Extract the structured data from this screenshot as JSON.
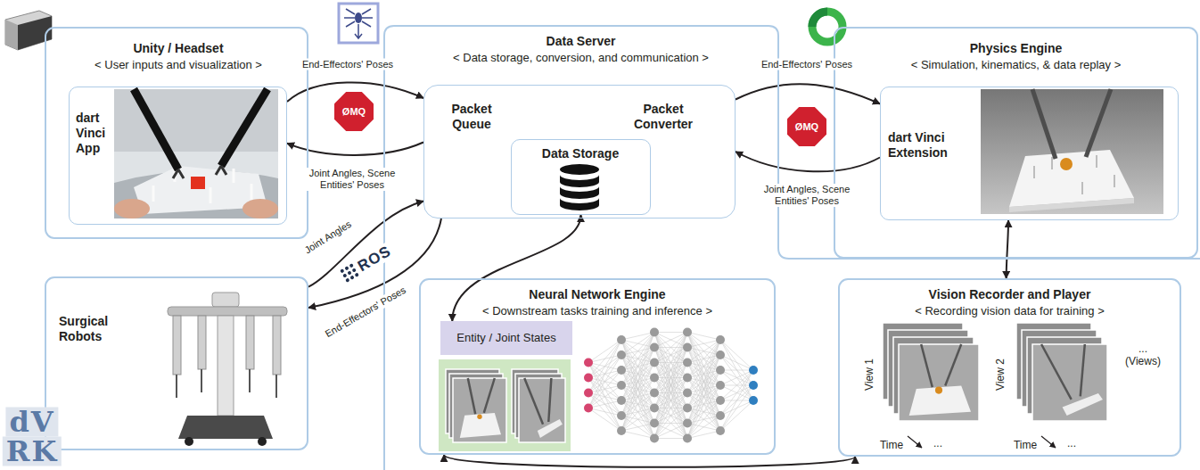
{
  "diagram": {
    "nodes": [
      {
        "text": [
          "Unity / Headset",
          "< User inputs and visualization >"
        ]
      },
      {
        "text": [
          "dart Vinci App"
        ],
        "in": 0
      },
      {
        "text": [
          "Data Server",
          "< Data storage, conversion, and communication >"
        ]
      },
      {
        "text": [
          "Packet Queue",
          "Packet Converter"
        ],
        "in": 2
      },
      {
        "text": [
          "Data Storage"
        ],
        "in": 3
      },
      {
        "text": [
          "Physics Engine",
          "< Simulation, kinematics, & data replay >"
        ]
      },
      {
        "text": [
          "dart Vinci Extension"
        ],
        "in": 5
      },
      {
        "text": [
          "Surgical Robots"
        ]
      },
      {
        "text": [
          "Neural Network Engine",
          "< Downstream tasks training and inference >"
        ],
        "in": 2
      },
      {
        "text": [
          "Entity / Joint States"
        ],
        "in": 8
      },
      {
        "text": [
          "Vision Recorder and Player",
          "< Recording vision data for training >"
        ],
        "in": 2
      }
    ],
    "edges": [
      {
        "from": 1,
        "to": 3,
        "arrow": "to",
        "label": "End-Effectors' Poses"
      },
      {
        "from": 3,
        "to": 1,
        "arrow": "to",
        "label": "Joint Angles, Scene Entities' Poses"
      },
      {
        "from": 3,
        "to": 6,
        "arrow": "to",
        "label": "End-Effectors' Poses"
      },
      {
        "from": 6,
        "to": 3,
        "arrow": "to",
        "label": "Joint Angles, Scene Entities' Poses"
      },
      {
        "from": 7,
        "to": 3,
        "arrow": "to",
        "label": "Joint Angles"
      },
      {
        "from": 3,
        "to": 7,
        "arrow": "to",
        "label": "End-Effectors' Poses"
      },
      {
        "from": 4,
        "to": 9,
        "arrow": "both"
      },
      {
        "from": 6,
        "to": 10,
        "arrow": "both"
      },
      {
        "from": 8,
        "to": 10,
        "arrow": "both"
      }
    ],
    "labels": [
      "ØMQ",
      "ØMQ",
      "ROS",
      "dV",
      "RK",
      "View 1",
      "Time",
      "...",
      "View 2",
      "Time",
      "...",
      "... (Views)"
    ]
  }
}
